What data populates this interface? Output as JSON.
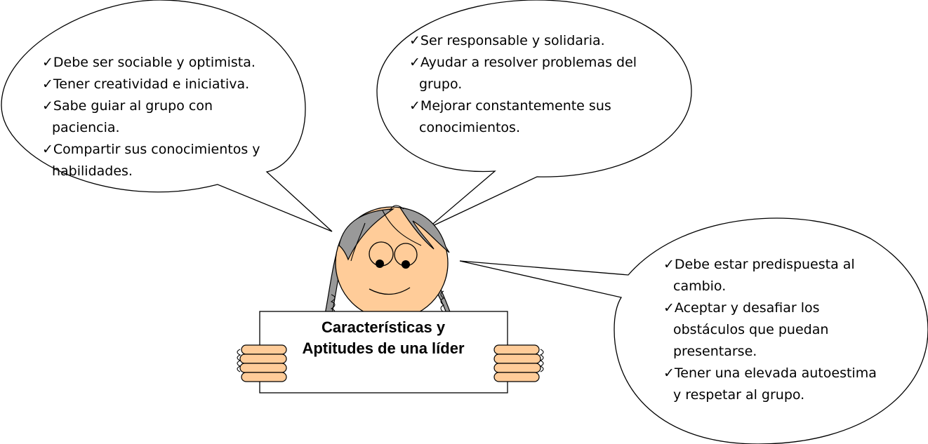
{
  "bubbles": {
    "left": {
      "lines": [
        "✓Debe ser sociable y optimista.",
        "✓Tener creatividad e iniciativa.",
        "✓Sabe guiar al grupo con",
        "paciencia.",
        "✓Compartir sus conocimientos y",
        "habilidades."
      ]
    },
    "middle": {
      "lines": [
        "✓Ser responsable y solidaria.",
        "✓Ayudar a resolver problemas del",
        "grupo.",
        "✓Mejorar constantemente sus",
        "conocimientos."
      ]
    },
    "right": {
      "lines": [
        "✓Debe estar predispuesta al",
        "cambio.",
        "✓Aceptar y desafiar los",
        "obstáculos que puedan",
        "presentarse.",
        "✓Tener una elevada autoestima",
        "y respetar al grupo."
      ]
    }
  },
  "sign": {
    "line1": "Características y",
    "line2": "Aptitudes de una líder"
  },
  "colors": {
    "skin": "#FFCC99",
    "hair": "#999999",
    "outline": "#000000",
    "background": "#FFFFFF"
  }
}
